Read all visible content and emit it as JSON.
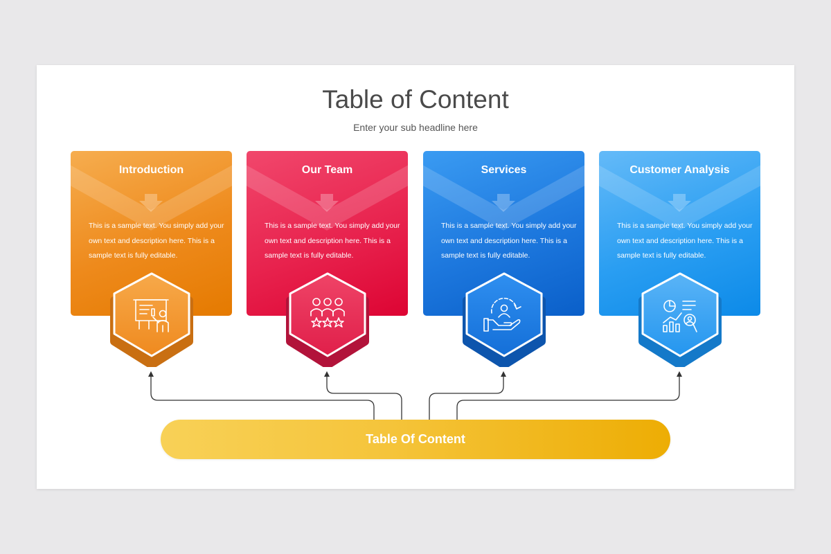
{
  "title": "Table of Content",
  "subtitle": "Enter your sub headline here",
  "cards": [
    {
      "title": "Introduction",
      "text": "This is a sample text. You simply add your own text and description here. This is a sample text is fully editable.",
      "icon": "presentation-icon",
      "color": "#ee8a1c"
    },
    {
      "title": "Our Team",
      "text": "This is a sample text. You simply add your own text and description here. This is a sample text is fully editable.",
      "icon": "team-icon",
      "color": "#e8234e"
    },
    {
      "title": "Services",
      "text": "This is a sample text. You simply add your own text and description here. This is a sample text is fully editable.",
      "icon": "customer-service-icon",
      "color": "#1d78de"
    },
    {
      "title": "Customer Analysis",
      "text": "This is a sample text. You simply add your own text and description here. This is a sample text is fully editable.",
      "icon": "analytics-icon",
      "color": "#2a9ef2"
    }
  ],
  "hub": {
    "label": "Table Of Content",
    "color": "#f5c43a"
  }
}
